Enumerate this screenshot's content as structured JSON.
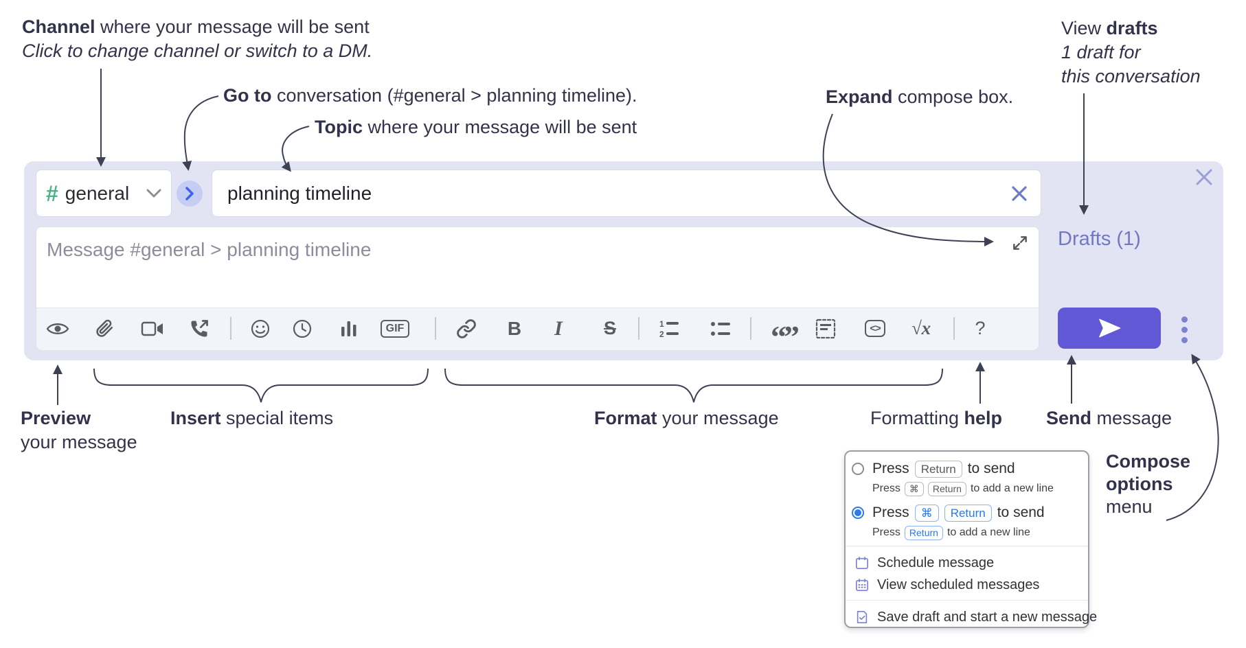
{
  "annotations": {
    "channel": {
      "bold": "Channel",
      "rest": " where your message will be sent",
      "line2": "Click to change channel or switch to a DM."
    },
    "goto": {
      "bold": "Go to",
      "rest": " conversation (#general > planning timeline)."
    },
    "topic": {
      "bold": "Topic",
      "rest": " where your message will be sent"
    },
    "expand": {
      "bold": "Expand",
      "rest": " compose box."
    },
    "drafts": {
      "line1_regular": "View ",
      "line1_bold": "drafts",
      "line2": "1 draft for",
      "line3": "this conversation"
    },
    "preview": {
      "bold": "Preview",
      "line2": "your message"
    },
    "insert": {
      "bold": "Insert",
      "rest": " special items"
    },
    "format": {
      "bold": "Format",
      "rest": " your message"
    },
    "formatting_help": {
      "regular": "Formatting ",
      "bold": "help"
    },
    "send": {
      "bold": "Send",
      "rest": " message"
    },
    "compose_options": {
      "line1": "Compose",
      "line2": "options",
      "line3": "menu"
    }
  },
  "compose": {
    "channel_hash": "#",
    "channel_name": "general",
    "topic_value": "planning timeline",
    "message_placeholder": "Message #general > planning timeline",
    "drafts_label": "Drafts (1)"
  },
  "toolbar": {
    "gif_label": "GIF",
    "bold_glyph": "B",
    "italic_glyph": "I",
    "strike_glyph": "S",
    "code_glyph": "<>",
    "math_glyph": "√x",
    "quote_glyph": "“”",
    "ol_digit1": "1",
    "ol_digit2": "2",
    "help_glyph": "?"
  },
  "options_menu": {
    "option1": {
      "selected": false,
      "prefix": "Press",
      "key1": "Return",
      "suffix": "to send",
      "sub_prefix": "Press",
      "sub_key1": "⌘",
      "sub_key2": "Return",
      "sub_suffix": "to add a new line"
    },
    "option2": {
      "selected": true,
      "prefix": "Press",
      "key1": "⌘",
      "key2": "Return",
      "suffix": "to send",
      "sub_prefix": "Press",
      "sub_key1": "Return",
      "sub_suffix": "to add a new line"
    },
    "items": [
      {
        "label": "Schedule message"
      },
      {
        "label": "View scheduled messages"
      },
      {
        "label": "Save draft and start a new message"
      }
    ]
  },
  "colors": {
    "compose_bg": "#e2e4f3",
    "accent_send": "#6058d5",
    "drafts_link": "#7277c5",
    "hash_green": "#4cb389",
    "radio_selected": "#2b7af0",
    "menu_icon": "#7a7ed8",
    "annotation_text": "#32334a"
  }
}
